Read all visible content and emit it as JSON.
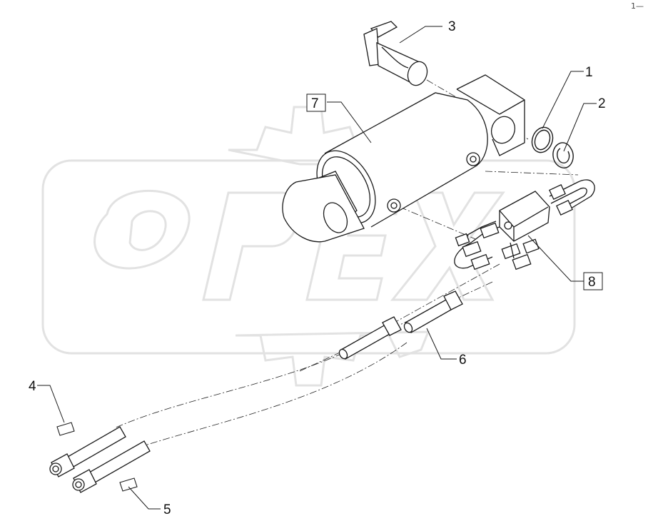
{
  "corner_mark": "1—",
  "watermark": {
    "text": "OPEX"
  },
  "callouts": {
    "c1": "1",
    "c2": "2",
    "c3": "3",
    "c4": "4",
    "c5": "5",
    "c6": "6",
    "c7": "7",
    "c8": "8"
  },
  "colors": {
    "line": "#1a1a1a",
    "watermark": "#e4e4e4",
    "part_fill": "#ffffff"
  }
}
